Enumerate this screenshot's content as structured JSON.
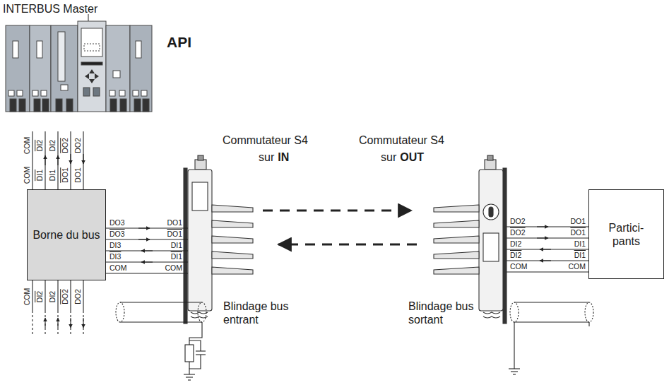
{
  "diagram": {
    "nodes": [
      {
        "text": [
          "Borne du bus"
        ]
      },
      {
        "text": [
          "Partici- pants"
        ]
      }
    ],
    "labels": [
      "INTERBUS Master",
      "API",
      "Commutateur S4",
      "sur",
      "IN",
      "Commutateur S4",
      "sur",
      "OUT",
      "Blindage bus entrant",
      "Blindage bus sortant",
      "COM",
      "DI2",
      "DI2",
      "DO2",
      "DO2",
      "COM",
      "DI1",
      "DI1",
      "DO1",
      "DO1",
      "COM",
      "DI2",
      "DI2",
      "DO2",
      "DO2",
      "DO3",
      "DO3",
      "DI3",
      "DI3",
      "COM",
      "DO1",
      "DO1",
      "DI1",
      "DI1",
      "COM",
      "DO2",
      "DO2",
      "DI2",
      "DI2",
      "COM",
      "DO1",
      "DO1",
      "DI1",
      "DI1",
      "COM"
    ]
  }
}
